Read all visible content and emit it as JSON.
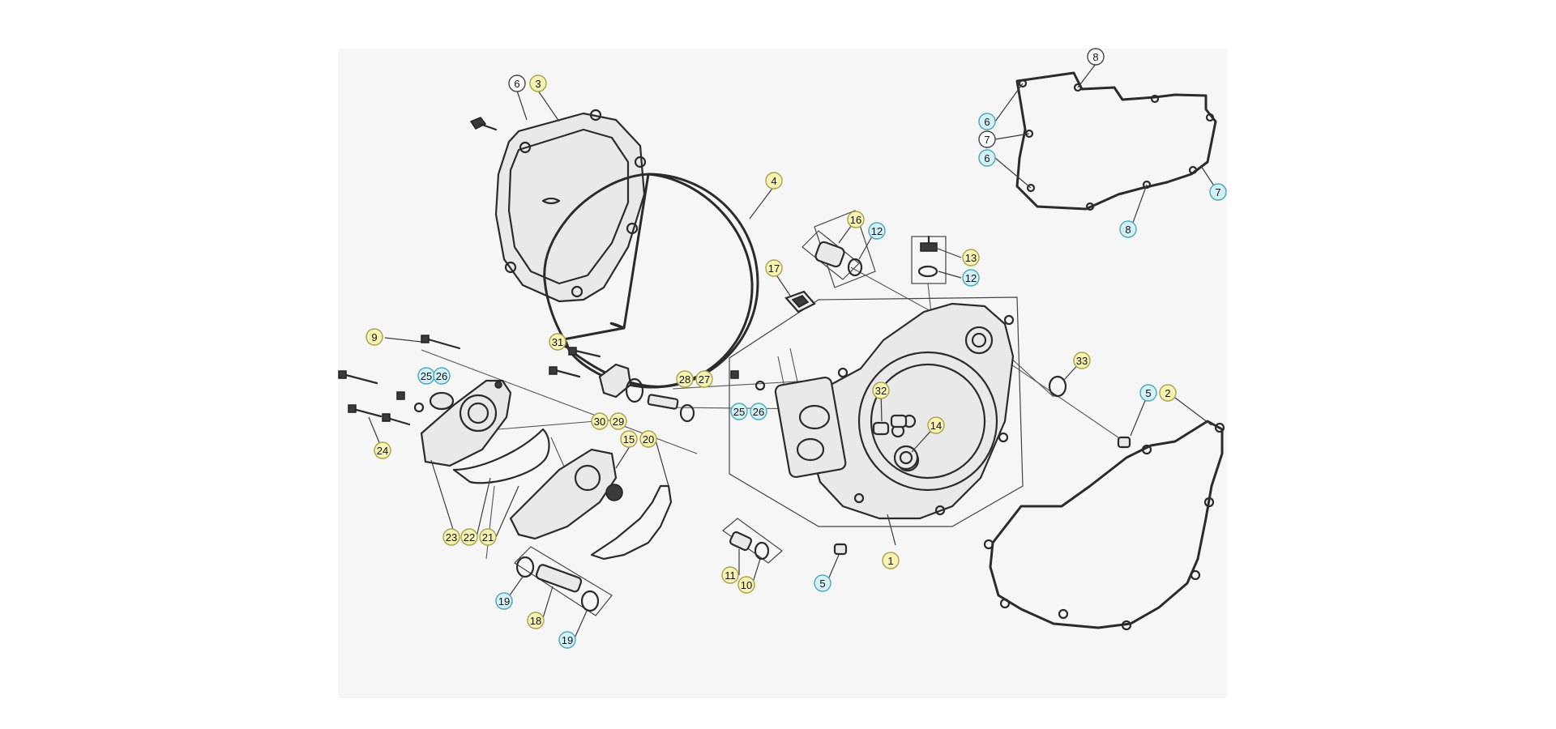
{
  "callout_colors": {
    "white": "#ffffff",
    "yellow": "#f6f3b5",
    "cyan": "#d4f1f6"
  },
  "callouts": [
    {
      "label": "6",
      "color": "white"
    },
    {
      "label": "3",
      "color": "yellow"
    },
    {
      "label": "4",
      "color": "yellow"
    },
    {
      "label": "8",
      "color": "white"
    },
    {
      "label": "6",
      "color": "cyan"
    },
    {
      "label": "7",
      "color": "white"
    },
    {
      "label": "6",
      "color": "cyan"
    },
    {
      "label": "7",
      "color": "cyan"
    },
    {
      "label": "8",
      "color": "cyan"
    },
    {
      "label": "16",
      "color": "yellow"
    },
    {
      "label": "12",
      "color": "cyan"
    },
    {
      "label": "13",
      "color": "yellow"
    },
    {
      "label": "12",
      "color": "cyan"
    },
    {
      "label": "17",
      "color": "yellow"
    },
    {
      "label": "9",
      "color": "yellow"
    },
    {
      "label": "31",
      "color": "yellow"
    },
    {
      "label": "33",
      "color": "yellow"
    },
    {
      "label": "25",
      "color": "cyan"
    },
    {
      "label": "26",
      "color": "cyan"
    },
    {
      "label": "28",
      "color": "yellow"
    },
    {
      "label": "27",
      "color": "yellow"
    },
    {
      "label": "25",
      "color": "cyan"
    },
    {
      "label": "26",
      "color": "cyan"
    },
    {
      "label": "32",
      "color": "yellow"
    },
    {
      "label": "5",
      "color": "cyan"
    },
    {
      "label": "2",
      "color": "yellow"
    },
    {
      "label": "30",
      "color": "yellow"
    },
    {
      "label": "29",
      "color": "yellow"
    },
    {
      "label": "15",
      "color": "yellow"
    },
    {
      "label": "20",
      "color": "yellow"
    },
    {
      "label": "14",
      "color": "yellow"
    },
    {
      "label": "24",
      "color": "yellow"
    },
    {
      "label": "23",
      "color": "yellow"
    },
    {
      "label": "22",
      "color": "yellow"
    },
    {
      "label": "21",
      "color": "yellow"
    },
    {
      "label": "1",
      "color": "yellow"
    },
    {
      "label": "11",
      "color": "yellow"
    },
    {
      "label": "10",
      "color": "yellow"
    },
    {
      "label": "5",
      "color": "cyan"
    },
    {
      "label": "19",
      "color": "cyan"
    },
    {
      "label": "18",
      "color": "yellow"
    },
    {
      "label": "19",
      "color": "cyan"
    }
  ]
}
